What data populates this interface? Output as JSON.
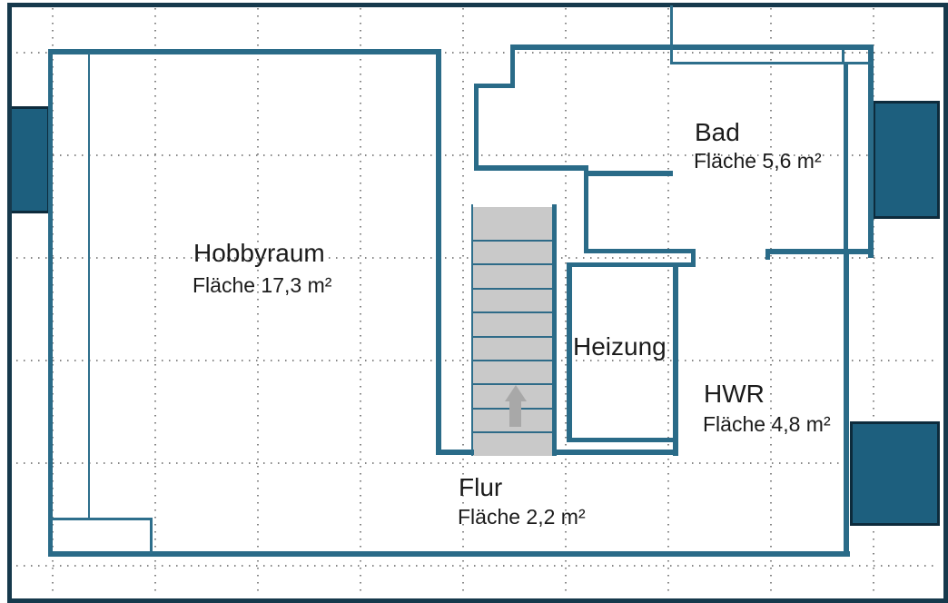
{
  "plan": {
    "rooms": {
      "hobbyraum": {
        "name": "Hobbyraum",
        "area": "Fläche 17,3 m²"
      },
      "bad": {
        "name": "Bad",
        "area": "Fläche 5,6 m²"
      },
      "heizung": {
        "name": "Heizung"
      },
      "hwr": {
        "name": "HWR",
        "area": "Fläche 4,8 m²"
      },
      "flur": {
        "name": "Flur",
        "area": "Fläche 2,2 m²"
      }
    },
    "stairs": {
      "tread_count": 9,
      "direction": "up"
    },
    "windows": {
      "count": 3
    },
    "colors": {
      "wall": "#2a6b88",
      "frame": "#16394c",
      "window_fill": "#1d5f7e",
      "window_border": "#0d2b3c",
      "stair_fill": "#c9c9c9",
      "arrow": "#a8a8a8",
      "text": "#1b1b1b"
    }
  }
}
